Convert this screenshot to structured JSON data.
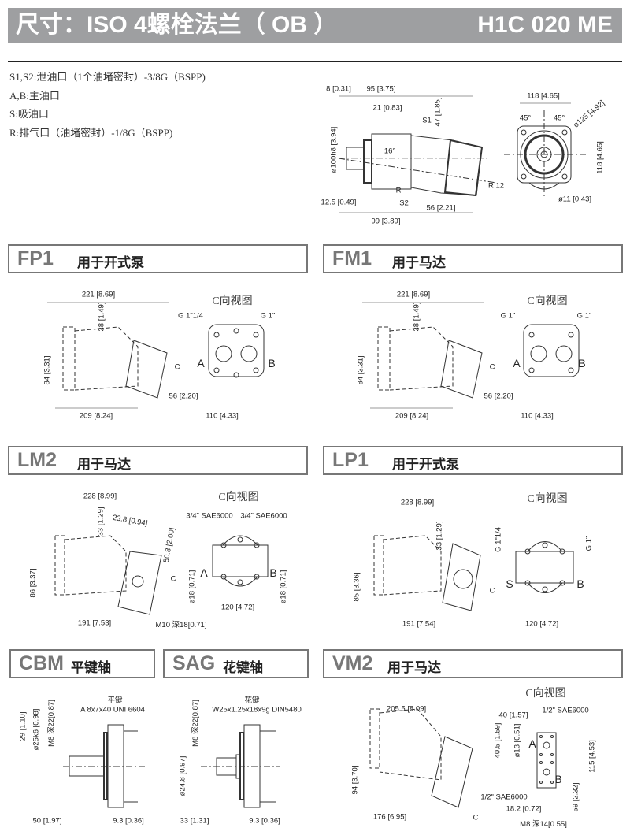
{
  "header": {
    "title": "尺寸：ISO 4螺栓法兰（ OB ）",
    "model": "H1C 020 ME"
  },
  "notes": [
    "S1,S2:泄油口（1个油堵密封）-3/8G（BSPP)",
    "A,B:主油口",
    "S:吸油口",
    "R:排气口（油堵密封）-1/8G（BSPP)"
  ],
  "top": {
    "dims": [
      "8 [0.31]",
      "95 [3.75]",
      "21 [0.83]",
      "47 [1.85]",
      "S1",
      "ø100h8 [3.94]",
      "16°",
      "R",
      "S2",
      "12.5 [0.49]",
      "56 [2.21]",
      "99 [3.89]",
      "118 [4.65]",
      "45°",
      "45°",
      "ø125 [4.92]",
      "118 [4.65]",
      "R 12",
      "ø11 [0.43]"
    ]
  },
  "fp1": {
    "code": "FP1",
    "title": "用于开式泵",
    "view": "C向视图",
    "dims": [
      "221 [8.69]",
      "38 [1.49]",
      "84 [3.31]",
      "209 [8.24]",
      "C",
      "G 1\"1/4",
      "G 1\"",
      "A",
      "B",
      "56 [2.20]",
      "110 [4.33]"
    ]
  },
  "fm1": {
    "code": "FM1",
    "title": "用于马达",
    "view": "C向视图",
    "dims": [
      "221 [8.69]",
      "38 [1.49]",
      "84 [3.31]",
      "209 [8.24]",
      "C",
      "G 1\"",
      "G 1\"",
      "A",
      "B",
      "56 [2.20]",
      "110 [4.33]"
    ]
  },
  "lm2": {
    "code": "LM2",
    "title": "用于马达",
    "view": "C向视图",
    "dims": [
      "228 [8.99]",
      "33 [1.29]",
      "23.8 [0.94]",
      "50.8 [2.00]",
      "86 [3.37]",
      "191 [7.53]",
      "M10 深18[0.71]",
      "C",
      "3/4\" SAE6000",
      "3/4\" SAE6000",
      "A",
      "B",
      "ø18 [0.71]",
      "ø18 [0.71]",
      "120 [4.72]"
    ]
  },
  "lp1": {
    "code": "LP1",
    "title": "用于开式泵",
    "view": "C向视图",
    "dims": [
      "228 [8.99]",
      "33 [1.29]",
      "85 [3.36]",
      "191 [7.54]",
      "C",
      "G 1\"1/4",
      "G 1\"",
      "S",
      "B",
      "120 [4.72]"
    ]
  },
  "cbm": {
    "code": "CBM",
    "title": "平键轴",
    "key": "平键",
    "dims": [
      "A 8x7x40 UNI 6604",
      "29 [1.10]",
      "ø25k6 [0.98]",
      "M8 深22[0.87]",
      "50 [1.97]",
      "9.3 [0.36]"
    ]
  },
  "sag": {
    "code": "SAG",
    "title": "花键轴",
    "key": "花键",
    "dims": [
      "W25x1.25x18x9g DIN5480",
      "M8 深22[0.87]",
      "ø24.8 [0.97]",
      "33 [1.31]",
      "9.3 [0.36]"
    ]
  },
  "vm2": {
    "code": "VM2",
    "title": "用于马达",
    "view": "C向视图",
    "dims": [
      "205.5 [8.09]",
      "1/2\" SAE6000",
      "40 [1.57]",
      "40.5 [1.59]",
      "ø13 [0.51]",
      "A",
      "B",
      "115 [4.53]",
      "94 [3.70]",
      "1/2\" SAE6000",
      "59 [2.32]",
      "18.2 [0.72]",
      "176 [6.95]",
      "C",
      "M8 深14[0.55]"
    ]
  }
}
